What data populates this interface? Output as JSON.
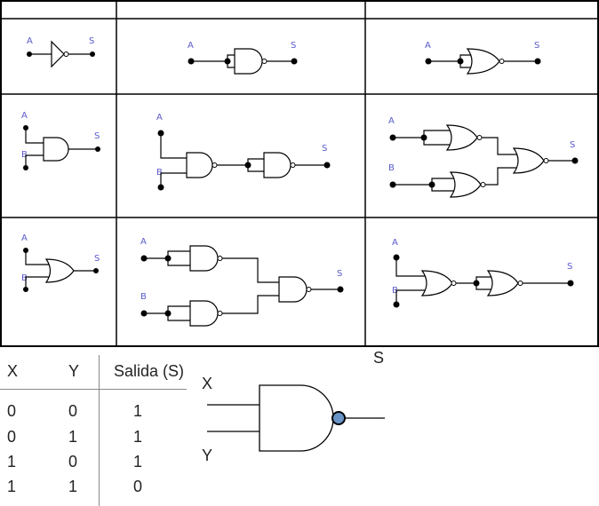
{
  "labels": {
    "input_a": "A",
    "input_b": "B",
    "output_s": "S"
  },
  "truth_table": {
    "headers": [
      "X",
      "Y",
      "Salida (S)"
    ],
    "rows": [
      [
        "0",
        "0",
        "1"
      ],
      [
        "0",
        "1",
        "1"
      ],
      [
        "1",
        "0",
        "1"
      ],
      [
        "1",
        "1",
        "0"
      ]
    ]
  },
  "big_gate": {
    "input_x": "X",
    "input_y": "Y",
    "output": "S",
    "bubble_color": "#6a94c8"
  }
}
